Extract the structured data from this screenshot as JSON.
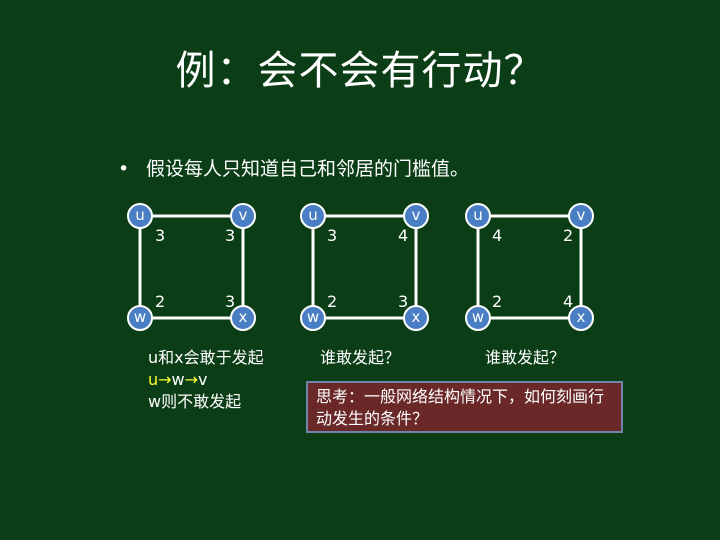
{
  "title": "例：会不会有行动？",
  "bullet": {
    "symbol": "•",
    "text": "假设每人只知道自己和邻居的门槛值。"
  },
  "graphs": [
    {
      "nodes": {
        "u": "u",
        "v": "v",
        "w": "w",
        "x": "x"
      },
      "thresholds": {
        "u": "3",
        "v": "3",
        "w": "2",
        "x": "3"
      }
    },
    {
      "nodes": {
        "u": "u",
        "v": "v",
        "w": "w",
        "x": "x"
      },
      "thresholds": {
        "u": "3",
        "v": "4",
        "w": "2",
        "x": "3"
      }
    },
    {
      "nodes": {
        "u": "u",
        "v": "v",
        "w": "w",
        "x": "x"
      },
      "thresholds": {
        "u": "4",
        "v": "2",
        "w": "2",
        "x": "4"
      }
    }
  ],
  "notes": {
    "line1": "u和x会敢于发起",
    "line2_u": "u",
    "line2_rest": "w",
    "line2_v": "v",
    "arrow": "→",
    "line3": "w则不敢发起"
  },
  "questions": [
    "谁敢发起？",
    "谁敢发起？"
  ],
  "think": "思考：一般网络结构情况下，如何刻画行动发生的条件？",
  "colors": {
    "background": "#0b3d16",
    "node_fill": "#4a7ec4",
    "highlight": "#ffff33",
    "think_box": "#6a2828"
  }
}
